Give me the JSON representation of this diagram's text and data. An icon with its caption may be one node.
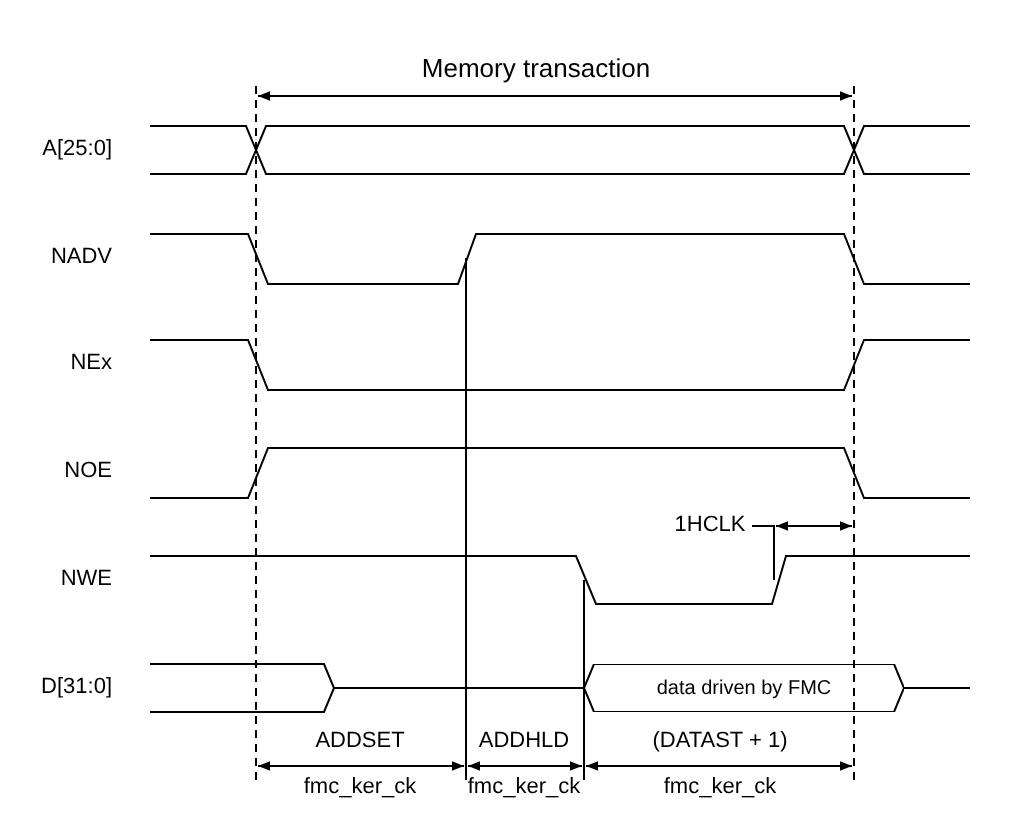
{
  "diagram": {
    "nodes": [
      {
        "text": [
          "data driven by FMC"
        ]
      }
    ],
    "edges": [],
    "labels": [
      "Memory transaction",
      "A[25:0]",
      "NADV",
      "NEx",
      "NOE",
      "1HCLK",
      "NWE",
      "D[31:0]",
      "ADDSET",
      "ADDHLD",
      "(DATAST + 1)",
      "fmc_ker_ck",
      "fmc_ker_ck",
      "fmc_ker_ck"
    ]
  }
}
